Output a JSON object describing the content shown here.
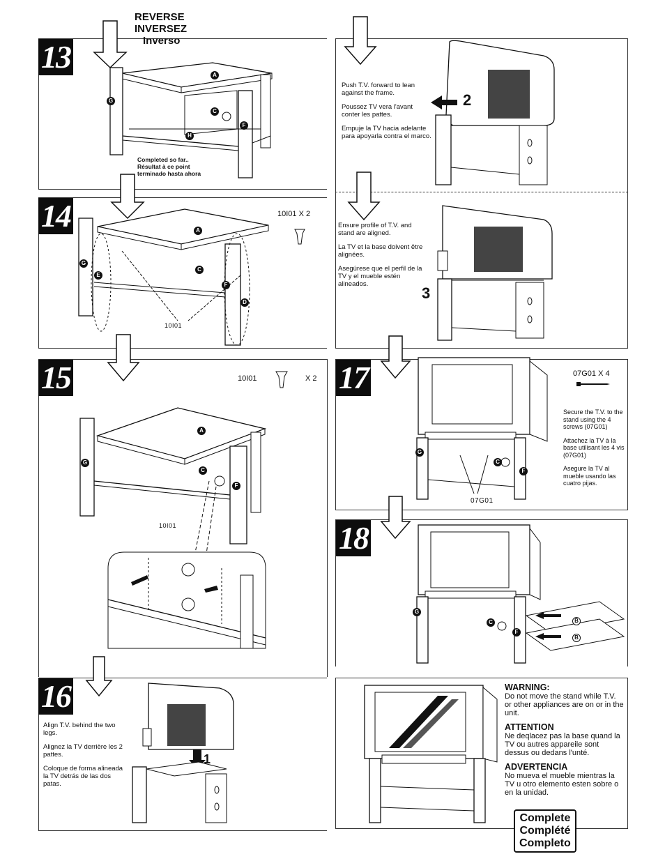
{
  "steps": {
    "s13": {
      "num": "13",
      "reverse": [
        "REVERSE",
        "INVERSEZ",
        "Inverso"
      ],
      "note": [
        "Completed so far..",
        "Résultat à ce point",
        "terminado hasta ahora"
      ],
      "callouts": {
        "a": "A",
        "g": "G",
        "c": "C",
        "f": "F",
        "h": "H"
      }
    },
    "s13b": {
      "text": [
        "Push T.V. forward to lean against the frame.",
        "Poussez TV vera l'avant conter les pattes.",
        "Empuje la TV hacia adelante para apoyarla contra el marco."
      ],
      "badge": "2"
    },
    "s14": {
      "num": "14",
      "part": "10I01 X 2",
      "partlabel": "10I01",
      "callouts": {
        "a": "A",
        "g": "G",
        "e": "E",
        "c": "C",
        "f": "F",
        "d": "D"
      }
    },
    "s14b": {
      "text": [
        "Ensure profile of T.V. and stand are aligned.",
        "La TV et la base doivent être alignées.",
        "Asegúrese que el perfil de la TV y el mueble estén alineados."
      ],
      "badge": "3"
    },
    "s15": {
      "num": "15",
      "part": "10I01",
      "qty": "X 2",
      "partlabel": "10I01",
      "callouts": {
        "a": "A",
        "g": "G",
        "c": "C",
        "f": "F"
      }
    },
    "s16": {
      "num": "16",
      "text": [
        "Align T.V. behind the two legs.",
        "Alignez la TV derrière les 2 pattes.",
        "Coloque de forma alineada la TV detrás de las dos patas."
      ],
      "badge": "1"
    },
    "s17": {
      "num": "17",
      "part": "07G01 X 4",
      "text": [
        "Secure the T.V. to the stand using the 4 screws (07G01)",
        "Attachez la TV à la base utilisant les 4 vis (07G01)",
        "Asegure la TV al mueble usando las cuatro pijas."
      ],
      "partlabel": "07G01"
    },
    "s18": {
      "num": "18"
    },
    "final": {
      "warning_title": "WARNING:",
      "warning": "Do not move the stand while T.V. or other appliances are on or in the unit.",
      "attention_title": "ATTENTION",
      "attention": "Ne deqlacez pas la base quand la TV ou autres appareile sont dessus ou dedans l'unté.",
      "advertencia_title": "ADVERTENCIA",
      "advertencia": "No mueva el mueble mientras la TV u otro elemento esten sobre o en la unidad.",
      "complete": [
        "Complete",
        "Complété",
        "Completo"
      ]
    }
  }
}
